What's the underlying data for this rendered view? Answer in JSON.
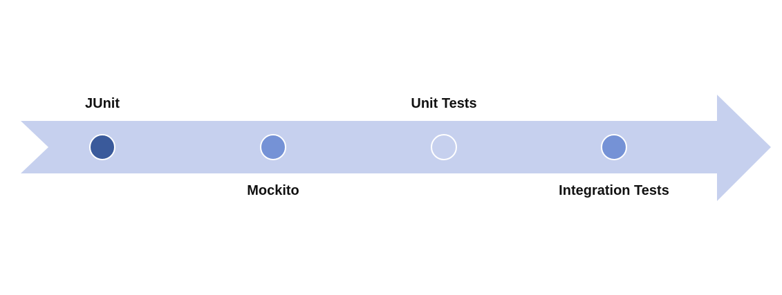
{
  "colors": {
    "arrow": "#c6d0ee",
    "node_border": "#ffffff"
  },
  "milestones": [
    {
      "label": "JUnit",
      "position": "above",
      "fill": "#3a5a9b"
    },
    {
      "label": "Mockito",
      "position": "below",
      "fill": "#7592d6"
    },
    {
      "label": "Unit Tests",
      "position": "above",
      "fill": "#c6d0ee"
    },
    {
      "label": "Integration Tests",
      "position": "below",
      "fill": "#7592d6"
    }
  ]
}
